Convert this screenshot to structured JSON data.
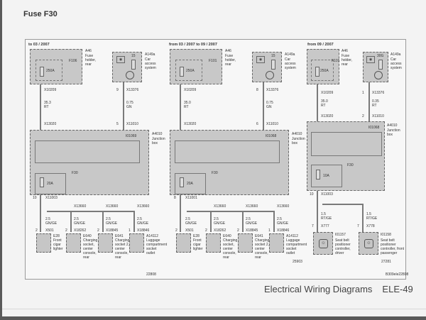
{
  "page": {
    "title": "Fuse F30",
    "footer_title": "Electrical Wiring Diagrams",
    "footer_code": "ELE-49",
    "image_ref": "B309ele22808"
  },
  "sections": [
    {
      "heading": "to 03 / 2007",
      "fuse_holder": {
        "id": "A46",
        "desc": "Fuse\nholder,\nrear",
        "fuse": "F106",
        "rating": "250A"
      },
      "car_access": {
        "id": "A149a",
        "desc": "Car\naccess\nsystem",
        "terminal": "15"
      },
      "wire_power": {
        "top_conn": "X10209",
        "gauge": "35.3",
        "color": "RT",
        "bottom_conn": "X13020"
      },
      "wire_signal": {
        "top_pin": "9",
        "top_conn": "X13376",
        "gauge": "0.75",
        "color": "GN",
        "bottom_pin": "5",
        "bottom_conn": "X11010"
      },
      "junction_box": {
        "id": "A4010",
        "desc": "Junction\nbox",
        "relay": "I01069",
        "fuse": "F30",
        "rating": "20A",
        "out_pin": "10",
        "out_conn": "X11003"
      },
      "splices": [
        "X13660",
        "X13660",
        "X13660"
      ],
      "loads": [
        {
          "gauge": "2.5",
          "color": "GN/GE",
          "pin": "2",
          "conn": "X501",
          "id": "E28",
          "desc": "Front\ncigar\nlighter"
        },
        {
          "gauge": "2.5",
          "color": "GN/GE",
          "pin": "2",
          "conn": "X18262",
          "id": "E640",
          "desc": "Charging\nsocket,\ncenter\nconsole,\nrear"
        },
        {
          "gauge": "2.5",
          "color": "GN/GE",
          "pin": "2",
          "conn": "X18845",
          "id": "E641",
          "desc": "Charging\nsocket 2,\ncenter\nconsole,\nrear"
        },
        {
          "gauge": "2.5",
          "color": "GN/GE",
          "pin": "1",
          "conn": "X18846",
          "id": "A14112",
          "desc": "Luggage\ncompartment\nsocket\noutlet"
        }
      ],
      "ref": "22808"
    },
    {
      "heading": "from 03 / 2007 to 09 / 2007",
      "fuse_holder": {
        "id": "A46",
        "desc": "Fuse\nholder,\nrear",
        "fuse": "F101",
        "rating": "250A"
      },
      "car_access": {
        "id": "A149a",
        "desc": "Car\naccess\nsystem",
        "terminal": "15"
      },
      "wire_power": {
        "top_conn": "X10209",
        "gauge": "35.0",
        "color": "RT",
        "bottom_conn": "X13020"
      },
      "wire_signal": {
        "top_pin": "8",
        "top_conn": "X13376",
        "gauge": "0.75",
        "color": "GN",
        "bottom_pin": "6",
        "bottom_conn": "X11010"
      },
      "junction_box": {
        "id": "A4010",
        "desc": "Junction\nbox",
        "relay": "I01068",
        "fuse": "F30",
        "rating": "20A",
        "out_pin": "8",
        "out_conn": "X11001"
      },
      "splices": [
        "X13660",
        "X13660",
        "X13660"
      ],
      "loads": [
        {
          "gauge": "2.5",
          "color": "GN/GE",
          "pin": "2",
          "conn": "X501",
          "id": "E28",
          "desc": "Front\ncigar\nlighter"
        },
        {
          "gauge": "2.5",
          "color": "GN/GE",
          "pin": "2",
          "conn": "X18262",
          "id": "E640",
          "desc": "Charging\nsocket,\ncenter\nconsole,\nrear"
        },
        {
          "gauge": "2.5",
          "color": "GN/GE",
          "pin": "2",
          "conn": "X18845",
          "id": "E641",
          "desc": "Charging\nsocket 2,\ncenter\nconsole,\nrear"
        },
        {
          "gauge": "2.5",
          "color": "GN/GE",
          "pin": "1",
          "conn": "X18846",
          "id": "A14112",
          "desc": "Luggage\ncompartment\nsocket\noutlet"
        }
      ],
      "ref": "25903"
    },
    {
      "heading": "from 09 / 2007",
      "fuse_holder": {
        "id": "A46",
        "desc": "Fuse\nholder,\nrear",
        "fuse": "F101",
        "rating": "250A"
      },
      "car_access": {
        "id": "A149a",
        "desc": "Car\naccess\nsystem",
        "terminal": "30G"
      },
      "wire_power": {
        "top_conn": "X10209",
        "gauge": "35.0",
        "color": "RT",
        "bottom_conn": "X13020"
      },
      "wire_signal": {
        "top_pin": "1",
        "top_conn": "X13376",
        "gauge": "0.35",
        "color": "RT",
        "bottom_pin": "2",
        "bottom_conn": "X11010"
      },
      "junction_box": {
        "id": "A4010",
        "desc": "Junction\nbox",
        "relay": "I01068",
        "fuse": "F30",
        "rating": "10A",
        "out_pin": "10",
        "out_conn": "X11003"
      },
      "loads": [
        {
          "gauge": "1.5",
          "color": "RT/GE",
          "pin": "7",
          "conn": "X777",
          "id": "I01157",
          "desc": "Seat belt\npositioner\ncontroller,\ndriver"
        },
        {
          "gauge": "1.5",
          "color": "RT/GE",
          "pin": "7",
          "conn": "X778",
          "id": "I01158",
          "desc": "Seat belt\npositioner\ncontroller, front\npassenger"
        }
      ],
      "ref": "27281"
    }
  ]
}
